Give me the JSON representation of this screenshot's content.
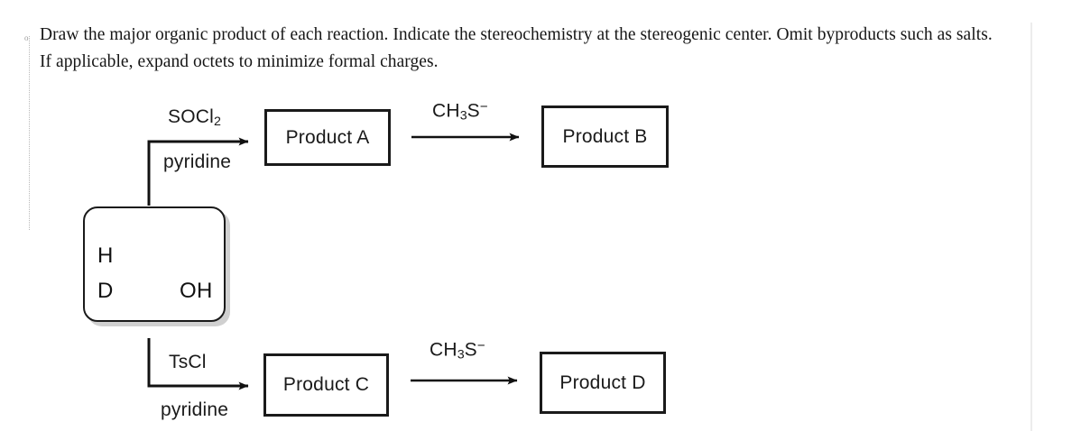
{
  "page": {
    "left_margin_marker": "o",
    "background_color": "#ffffff",
    "ink_color": "#1a1a1a"
  },
  "instructions": {
    "text": "Draw the major organic product of each reaction. Indicate the stereochemistry at the stereogenic center. Omit byproducts such as salts. If applicable, expand octets to minimize formal charges."
  },
  "scheme": {
    "starting_material": {
      "name": "chiral-deuterated-alcohol",
      "atoms": {
        "hydrogen": "H",
        "deuterium": "D",
        "hydroxyl": "OH"
      },
      "bond_styles": {
        "hydrogen": "hashed-wedge",
        "deuterium": "solid-wedge",
        "hydroxyl": "plain",
        "chain": "plain"
      }
    },
    "reactions": [
      {
        "id": "step-1-top",
        "reagent_above": "SOCl2",
        "reagent_above_formula": {
          "base": "SOCl",
          "sub": "2"
        },
        "reagent_below": "pyridine",
        "product_label": "Product A",
        "arrow_style": "elbow-right"
      },
      {
        "id": "step-2-top",
        "reagent_above": "CH3S-",
        "reagent_above_formula": {
          "pre": "CH",
          "sub": "3",
          "post": "S",
          "sup": "−"
        },
        "reagent_below": "",
        "product_label": "Product B",
        "arrow_style": "straight-right"
      },
      {
        "id": "step-1-bottom",
        "reagent_above": "TsCl",
        "reagent_below": "pyridine",
        "product_label": "Product C",
        "arrow_style": "elbow-right"
      },
      {
        "id": "step-2-bottom",
        "reagent_above": "CH3S-",
        "reagent_above_formula": {
          "pre": "CH",
          "sub": "3",
          "post": "S",
          "sup": "−"
        },
        "reagent_below": "",
        "product_label": "Product D",
        "arrow_style": "straight-right"
      }
    ],
    "product_boxes": [
      {
        "id": "product-a",
        "label": "Product A"
      },
      {
        "id": "product-b",
        "label": "Product B"
      },
      {
        "id": "product-c",
        "label": "Product C"
      },
      {
        "id": "product-d",
        "label": "Product D"
      }
    ]
  }
}
